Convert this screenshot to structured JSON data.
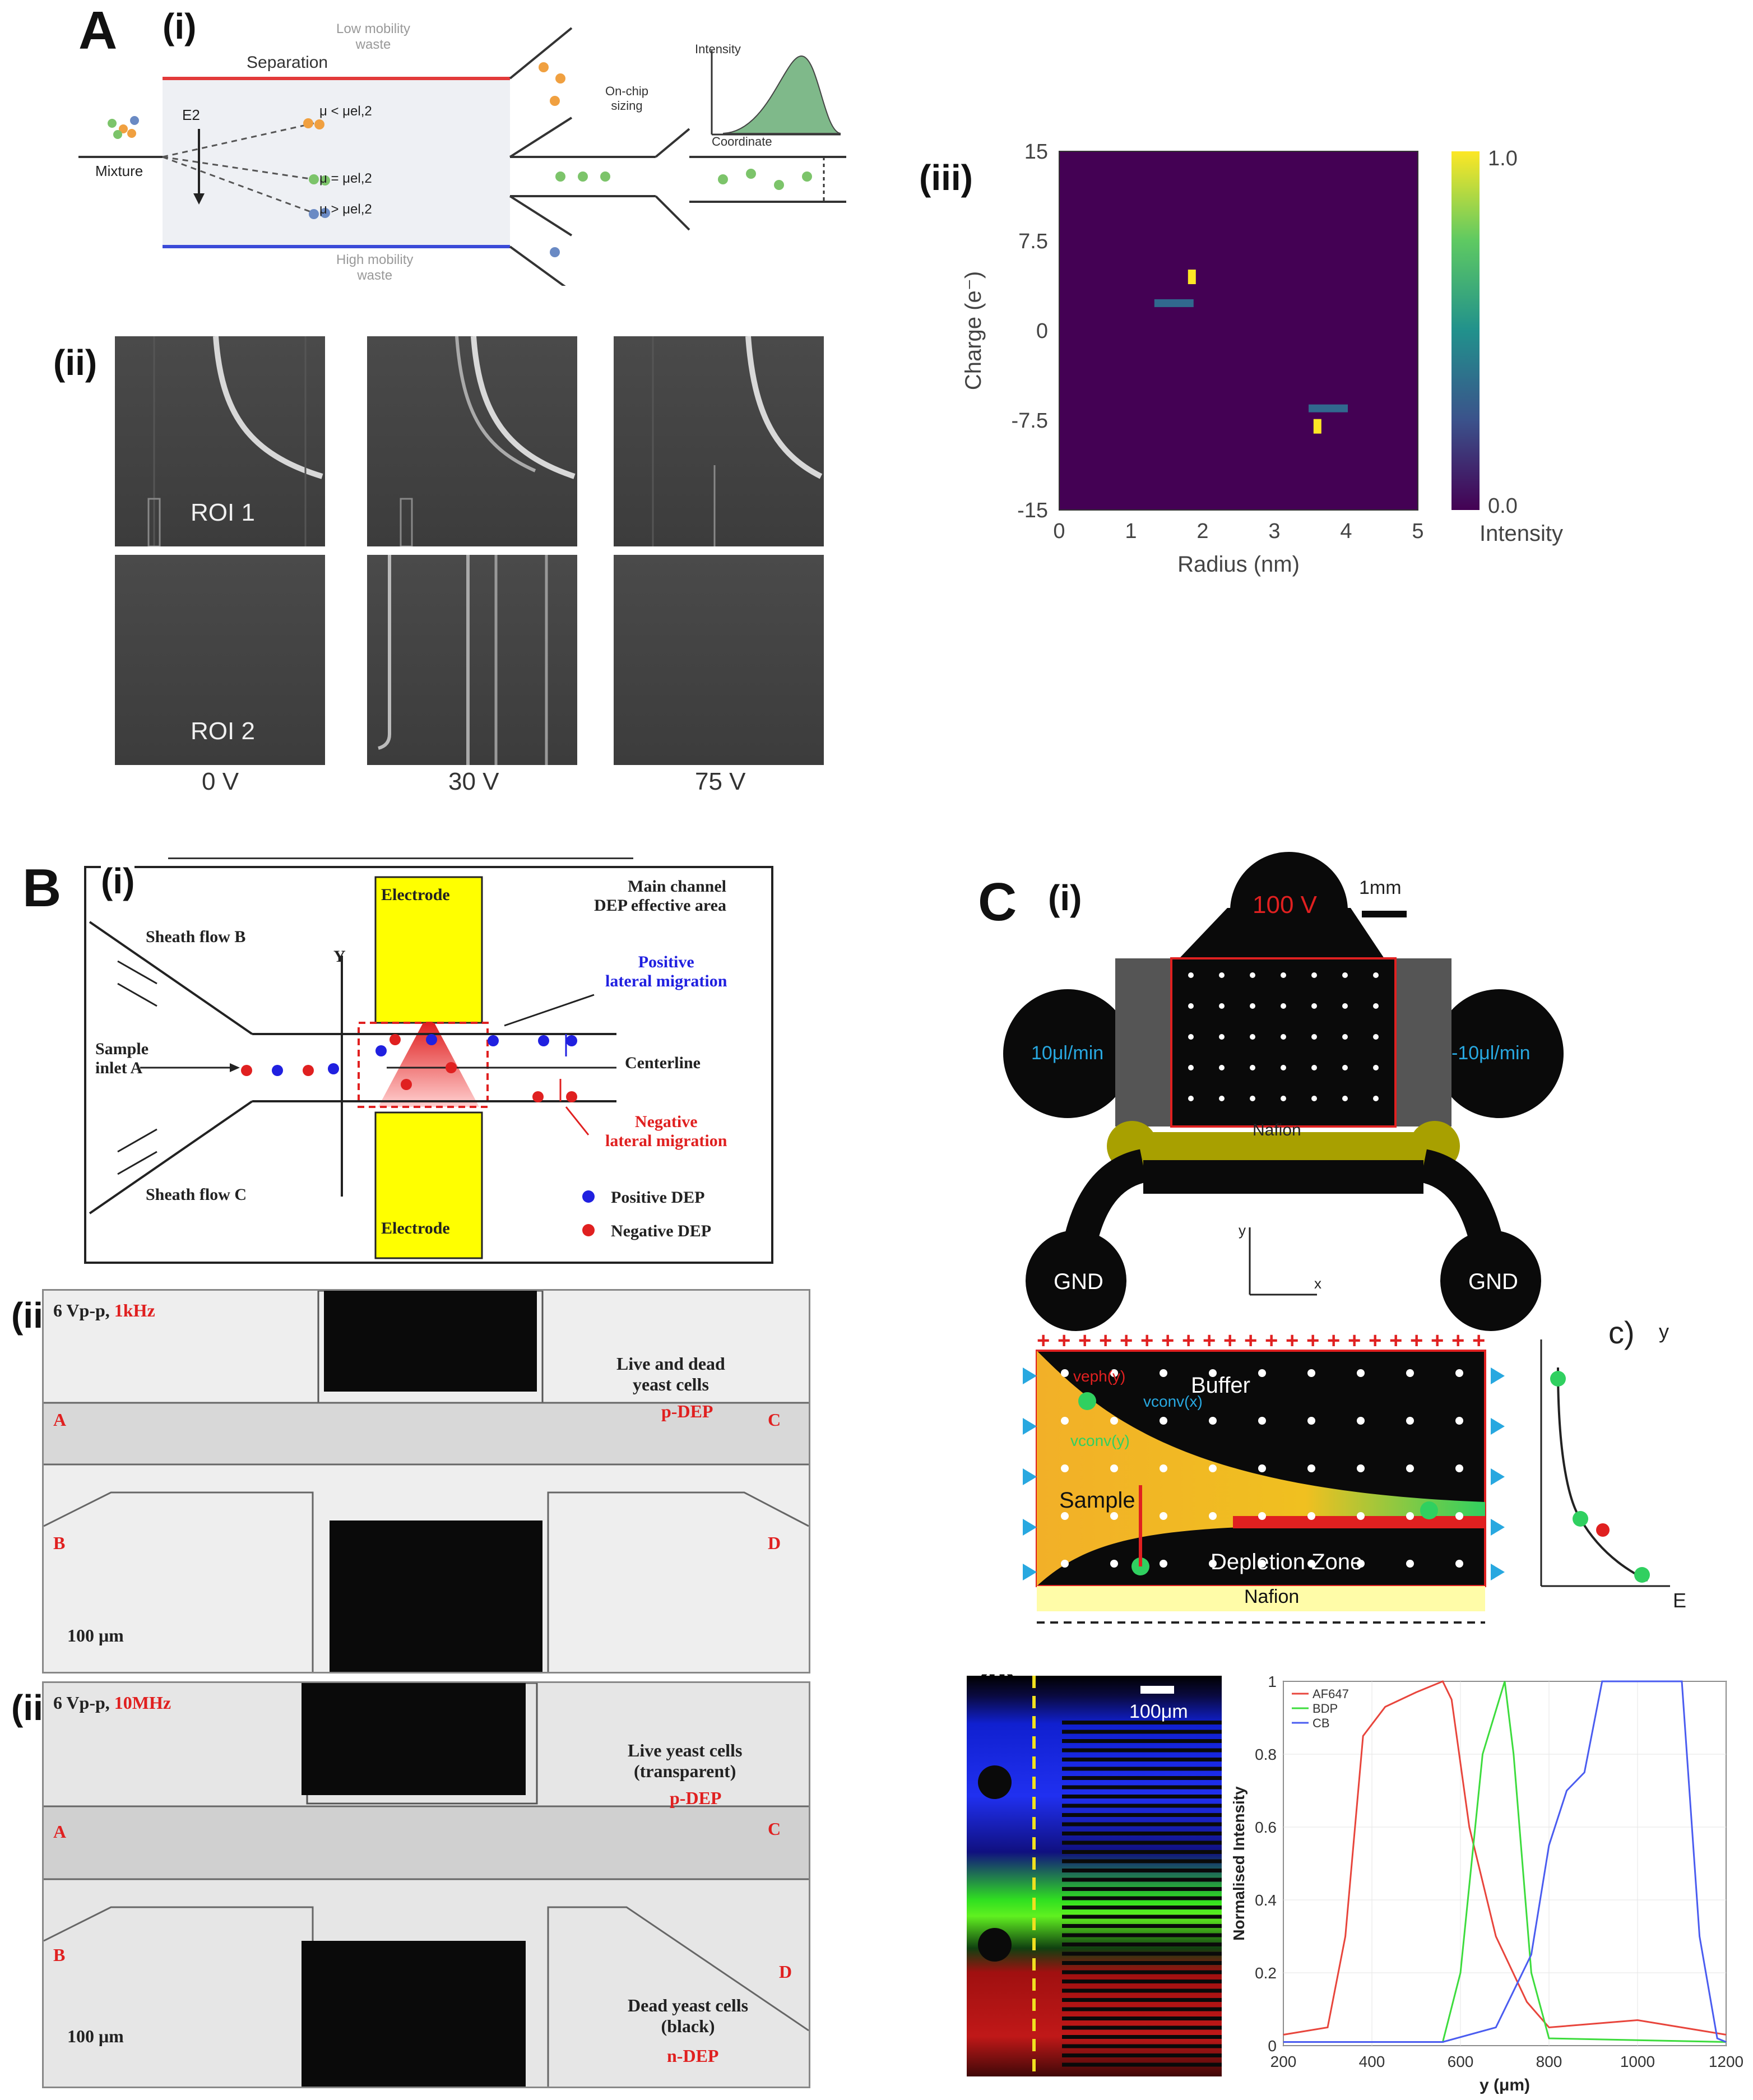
{
  "panelA": {
    "letter": "A",
    "i": {
      "label": "(i)",
      "separation": "Separation",
      "low_waste": "Low mobility\nwaste",
      "high_waste": "High mobility\nwaste",
      "mixture": "Mixture",
      "e2": "E2",
      "mu_lt": "μ < μel,2",
      "mu_eq": "μ = μel,2",
      "mu_gt": "μ > μel,2",
      "sizing": "On-chip\nsizing",
      "intensity": "Intensity",
      "coordinate": "Coordinate"
    },
    "ii": {
      "label": "(ii)",
      "roi1": "ROI 1",
      "roi2": "ROI 2",
      "voltages": [
        "0 V",
        "30 V",
        "75 V"
      ]
    },
    "iii": {
      "label": "(iii)",
      "colorbar_label": "Intensity",
      "colorbar_ticks": [
        "1.0",
        "0.0"
      ]
    }
  },
  "chart_data": {
    "type": "heatmap",
    "xlabel": "Radius (nm)",
    "ylabel": "Charge (e⁻)",
    "xlim": [
      0,
      5
    ],
    "ylim": [
      -15,
      15
    ],
    "xticks": [
      "0",
      "1",
      "2",
      "3",
      "4",
      "5"
    ],
    "yticks": [
      "15",
      "7.5",
      "0",
      "-7.5",
      "-15"
    ],
    "colorbar": {
      "label": "Intensity",
      "range": [
        0.0,
        1.0
      ]
    },
    "hotspots": [
      {
        "radius": 1.85,
        "charge": 4.5,
        "intensity": 1.0
      },
      {
        "radius": 1.6,
        "charge": 2.3,
        "intensity": 0.3
      },
      {
        "radius": 3.6,
        "charge": -8.0,
        "intensity": 1.0
      },
      {
        "radius": 3.75,
        "charge": -6.5,
        "intensity": 0.35
      }
    ]
  },
  "panelB": {
    "letter": "B",
    "i": {
      "label": "(i)",
      "electrode_top": "Electrode",
      "electrode_bottom": "Electrode",
      "sheath_b": "Sheath flow B",
      "sheath_c": "Sheath flow C",
      "sample_inlet": "Sample\ninlet A",
      "y_axis": "Y",
      "main_channel": "Main channel\nDEP effective area",
      "positive_migration": "Positive\nlateral migration",
      "negative_migration": "Negative\nlateral migration",
      "centerline": "Centerline",
      "legend_pos": "Positive DEP",
      "legend_neg": "Negative DEP"
    },
    "ii": {
      "label": "(ii)",
      "condition_a": "6 Vp-p,",
      "condition_b": "1kHz",
      "cells": "Live and dead\nyeast cells",
      "dep": "p-DEP",
      "ports": [
        "A",
        "B",
        "C",
        "D"
      ],
      "scale": "100 μm"
    },
    "iii": {
      "label": "(iii)",
      "condition_a": "6 Vp-p,",
      "condition_b": "10MHz",
      "live_cells": "Live yeast cells\n(transparent)",
      "pdep": "p-DEP",
      "dead_cells": "Dead yeast cells\n(black)",
      "ndep": "n-DEP",
      "ports": [
        "A",
        "B",
        "C",
        "D"
      ],
      "scale": "100 μm"
    }
  },
  "panelC": {
    "letter": "C",
    "i": {
      "label": "(i)",
      "voltage": "100 V",
      "scale": "1mm",
      "flow_in": "10μl/min",
      "flow_out": "-10μl/min",
      "nafion": "Nafion",
      "gnd": "GND",
      "axis_y": "y",
      "axis_x": "x",
      "c_label": "c)",
      "buffer": "Buffer",
      "sample": "Sample",
      "depletion": "Depletion Zone",
      "nafion_bottom": "Nafion",
      "veph": "veph(y)",
      "vconv_x": "vconv(x)",
      "vconv_y": "vconv(y)",
      "axis_e": "E"
    },
    "ii": {
      "label": "(ii)",
      "scale": "100μm",
      "ylabel": "Normalised Intensity",
      "xlabel": "y (μm)",
      "legend": [
        "AF647",
        "BDP",
        "CB"
      ],
      "legend_colors": [
        "#e8453c",
        "#3ddc3d",
        "#4a5cf0"
      ],
      "xticks": [
        "200",
        "400",
        "600",
        "800",
        "1000",
        "1200"
      ],
      "yticks": [
        "0",
        "0.2",
        "0.4",
        "0.6",
        "0.8",
        "1"
      ]
    }
  }
}
